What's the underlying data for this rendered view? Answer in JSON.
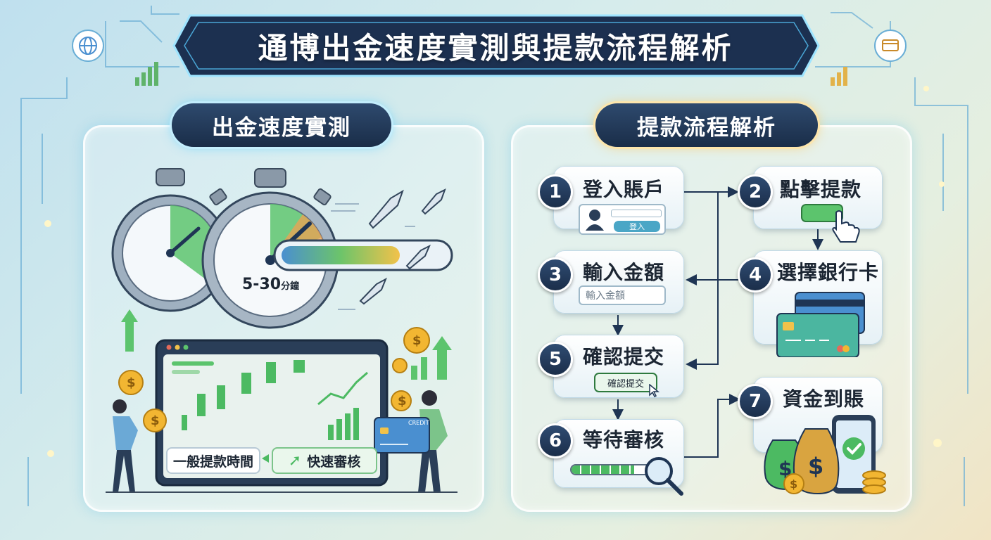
{
  "title": "通博出金速度實測與提款流程解析",
  "left_section": {
    "heading": "出金速度實測",
    "gauge_value": "5-30",
    "gauge_unit": "分鐘",
    "dashboard": {
      "button_normal": "一般提款時間",
      "button_fast": "快速審核"
    },
    "card_text": "CREDIT"
  },
  "right_section": {
    "heading": "提款流程解析",
    "steps": [
      {
        "num": "1",
        "label": "登入賬戶",
        "button": "登入"
      },
      {
        "num": "2",
        "label": "點擊提款"
      },
      {
        "num": "3",
        "label": "輸入金額",
        "placeholder": "輸入金額"
      },
      {
        "num": "4",
        "label": "選擇銀行卡"
      },
      {
        "num": "5",
        "label": "確認提交",
        "button": "確認提交"
      },
      {
        "num": "6",
        "label": "等待審核"
      },
      {
        "num": "7",
        "label": "資金到賬"
      }
    ]
  },
  "colors": {
    "navy": "#1f3554",
    "accent_green": "#4cc46a",
    "accent_blue": "#4a8fd0",
    "gold": "#f2b632"
  },
  "icons": [
    "globe-icon",
    "bar-chart-icon",
    "card-icon",
    "stopwatch-icon",
    "rocket-icon",
    "coin-icon",
    "user-icon",
    "hand-pointer-icon",
    "magnifier-icon",
    "money-bag-icon",
    "check-icon",
    "phone-icon"
  ]
}
